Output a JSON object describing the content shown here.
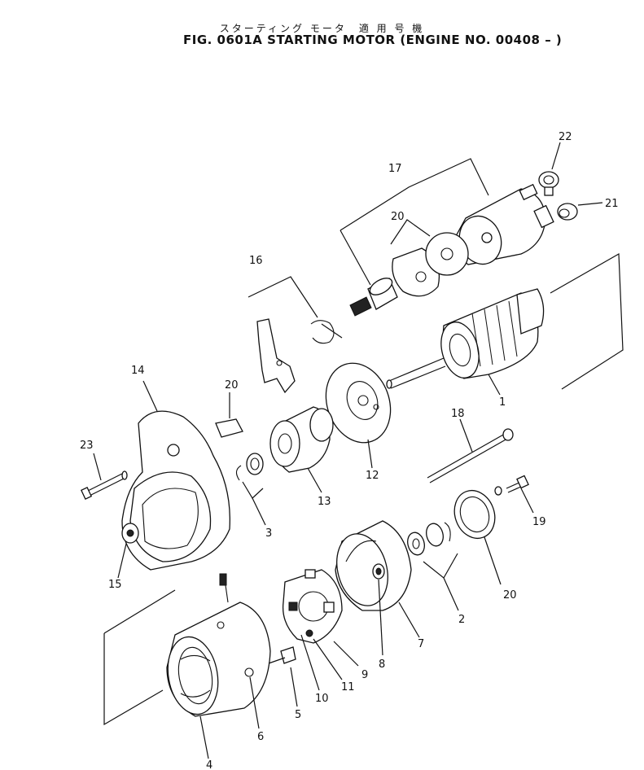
{
  "header": {
    "title_jp": "スターティング モータ　適 用 号 機",
    "title_en": "FIG. 0601A  STARTING MOTOR (ENGINE NO. 00408 – )"
  },
  "callouts": {
    "c1": "1",
    "c2": "2",
    "c3": "3",
    "c4": "4",
    "c5": "5",
    "c6": "6",
    "c7": "7",
    "c8": "8",
    "c9": "9",
    "c10": "10",
    "c11": "11",
    "c12": "12",
    "c13": "13",
    "c14": "14",
    "c15": "15",
    "c16": "16",
    "c17": "17",
    "c18": "18",
    "c19": "19",
    "c20a": "20",
    "c20b": "20",
    "c20c": "20",
    "c21": "21",
    "c22": "22",
    "c23": "23"
  }
}
